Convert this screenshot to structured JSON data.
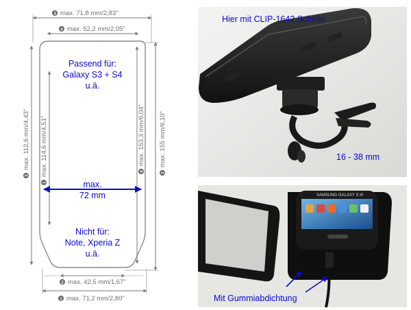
{
  "diagram": {
    "dim_top_outer": {
      "num": "3",
      "text": "max. 71,8 mm/2,83\""
    },
    "dim_top_inner": {
      "num": "4",
      "text": "max. 52,2 mm/2,05\""
    },
    "dim_left_outer": {
      "num": "3",
      "text": "max. 112,6 mm/4,43\""
    },
    "dim_left_inner": {
      "num": "1",
      "text": "max. 114,6 mm/4,51\""
    },
    "dim_right_inner": {
      "num": "4",
      "text": "max. 153,3 mm/6,04\""
    },
    "dim_right_outer": {
      "num": "2",
      "text": "max. 155 mm/6,10\""
    },
    "dim_bottom_inner": {
      "num": "2",
      "text": "max. 42,5 mm/1,67\""
    },
    "dim_bottom_outer": {
      "num": "1",
      "text": "max. 71,2 mm/2,80\""
    },
    "suitable_lines": [
      "Passend für:",
      "Galaxy S3 + S4",
      "u.ä."
    ],
    "width_lines": [
      "max.",
      "72 mm"
    ],
    "not_suitable_lines": [
      "Nicht für:",
      "Note, Xperia Z",
      "u.ä."
    ]
  },
  "photo_top": {
    "caption": "Hier mit CLIP-1642 Schelle",
    "range_label": "16 - 38 mm"
  },
  "photo_bottom": {
    "brand_text": "SAMSUNG GALAXY S III",
    "caption": "Mit Gummiabdichtung"
  },
  "colors": {
    "annotation_blue": "#0a0acf",
    "dimension_grey": "#6f6f6f"
  }
}
